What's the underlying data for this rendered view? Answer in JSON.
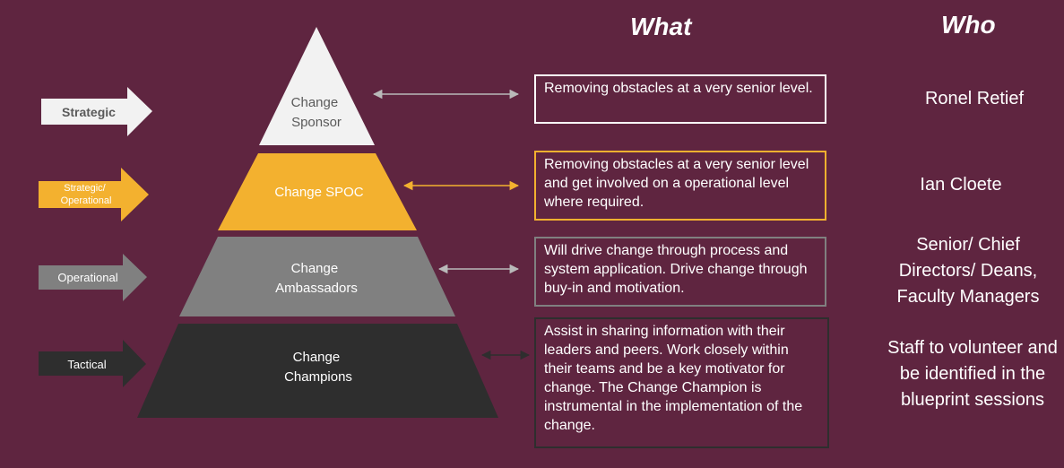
{
  "headings": {
    "what": "What",
    "who": "Who"
  },
  "colors": {
    "background": "#5f2540",
    "sponsor": "#f2f2f2",
    "spoc": "#f3b12f",
    "ambassadors": "#808080",
    "champions": "#2e2e2e",
    "text_dark": "#3a3a3a",
    "text_light": "#ffffff"
  },
  "pyramid": [
    {
      "id": "sponsor",
      "lines": [
        "Change",
        "Sponsor"
      ]
    },
    {
      "id": "spoc",
      "lines": [
        "Change SPOC"
      ]
    },
    {
      "id": "ambassadors",
      "lines": [
        "Change",
        "Ambassadors"
      ]
    },
    {
      "id": "champions",
      "lines": [
        "Change",
        "Champions"
      ]
    }
  ],
  "levels": [
    {
      "lines": [
        "Strategic"
      ]
    },
    {
      "lines": [
        "Strategic/",
        "Operational"
      ]
    },
    {
      "lines": [
        "Operational"
      ]
    },
    {
      "lines": [
        "Tactical"
      ]
    }
  ],
  "what": [
    "Removing obstacles at a very senior level.",
    "Removing obstacles at a very senior level and get involved on a operational level where required.",
    "Will drive change through process and system application. Drive change through buy-in and motivation.",
    "Assist in sharing information with their leaders and peers. Work closely within their teams and be a key motivator for change. The Change Champion is instrumental in the implementation of the change."
  ],
  "who": [
    "Ronel Retief",
    "Ian Cloete",
    "Senior/ Chief Directors/ Deans, Faculty Managers",
    "Staff to volunteer and be identified in the blueprint sessions"
  ]
}
